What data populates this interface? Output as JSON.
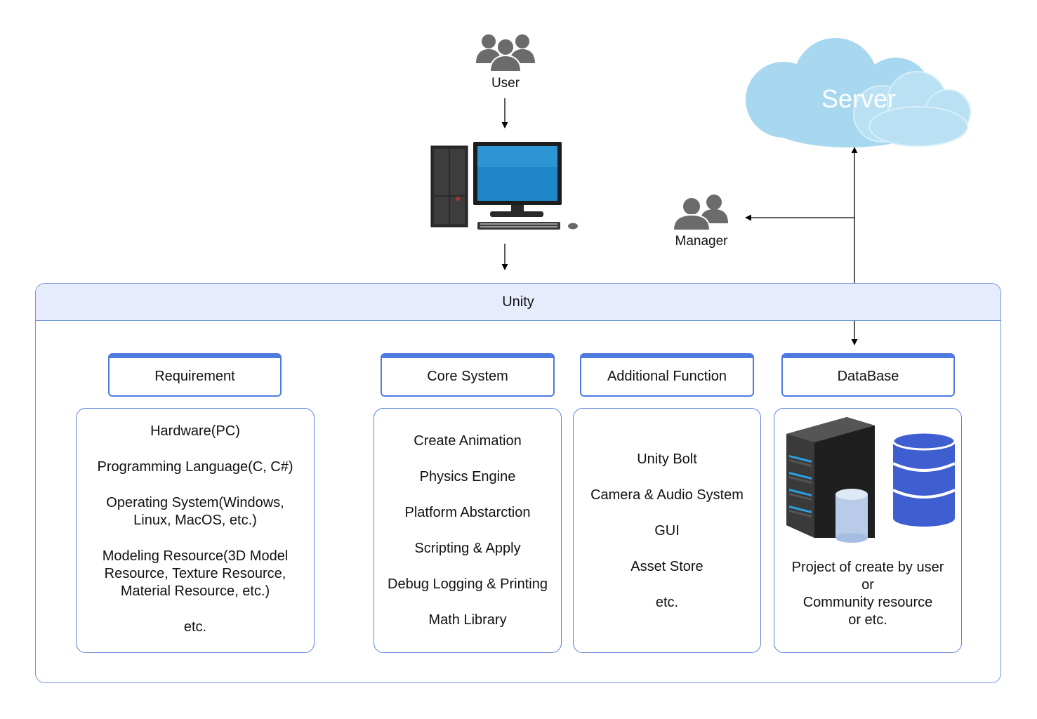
{
  "actors": {
    "user_label": "User",
    "manager_label": "Manager",
    "server_label": "Server"
  },
  "unity": {
    "title": "Unity"
  },
  "columns": [
    {
      "title": "Requirement",
      "items": [
        "Hardware(PC)",
        "Programming Language(C, C#)",
        "Operating System(Windows,\nLinux, MacOS, etc.)",
        "Modeling Resource(3D Model\nResource, Texture Resource,\nMaterial Resource, etc.)",
        "etc."
      ]
    },
    {
      "title": "Core System",
      "items": [
        "Create Animation",
        "Physics Engine",
        "Platform Abstarction",
        "Scripting & Apply",
        "Debug Logging & Printing",
        "Math Library"
      ]
    },
    {
      "title": "Additional Function",
      "items": [
        "Unity Bolt",
        "Camera & Audio System",
        "GUI",
        "Asset Store",
        "etc."
      ]
    },
    {
      "title": "DataBase",
      "items": [
        "Project of create by user\nor\nCommunity resource\nor etc."
      ]
    }
  ],
  "colors": {
    "accent": "#4f7be0",
    "frame": "#6f95d8",
    "header_bg": "#e6ecfb",
    "cloud": "#a7d8ef",
    "monitor": "#1f86c9",
    "icon_gray": "#6b6b6b",
    "db_blue": "#3f5fd1"
  }
}
